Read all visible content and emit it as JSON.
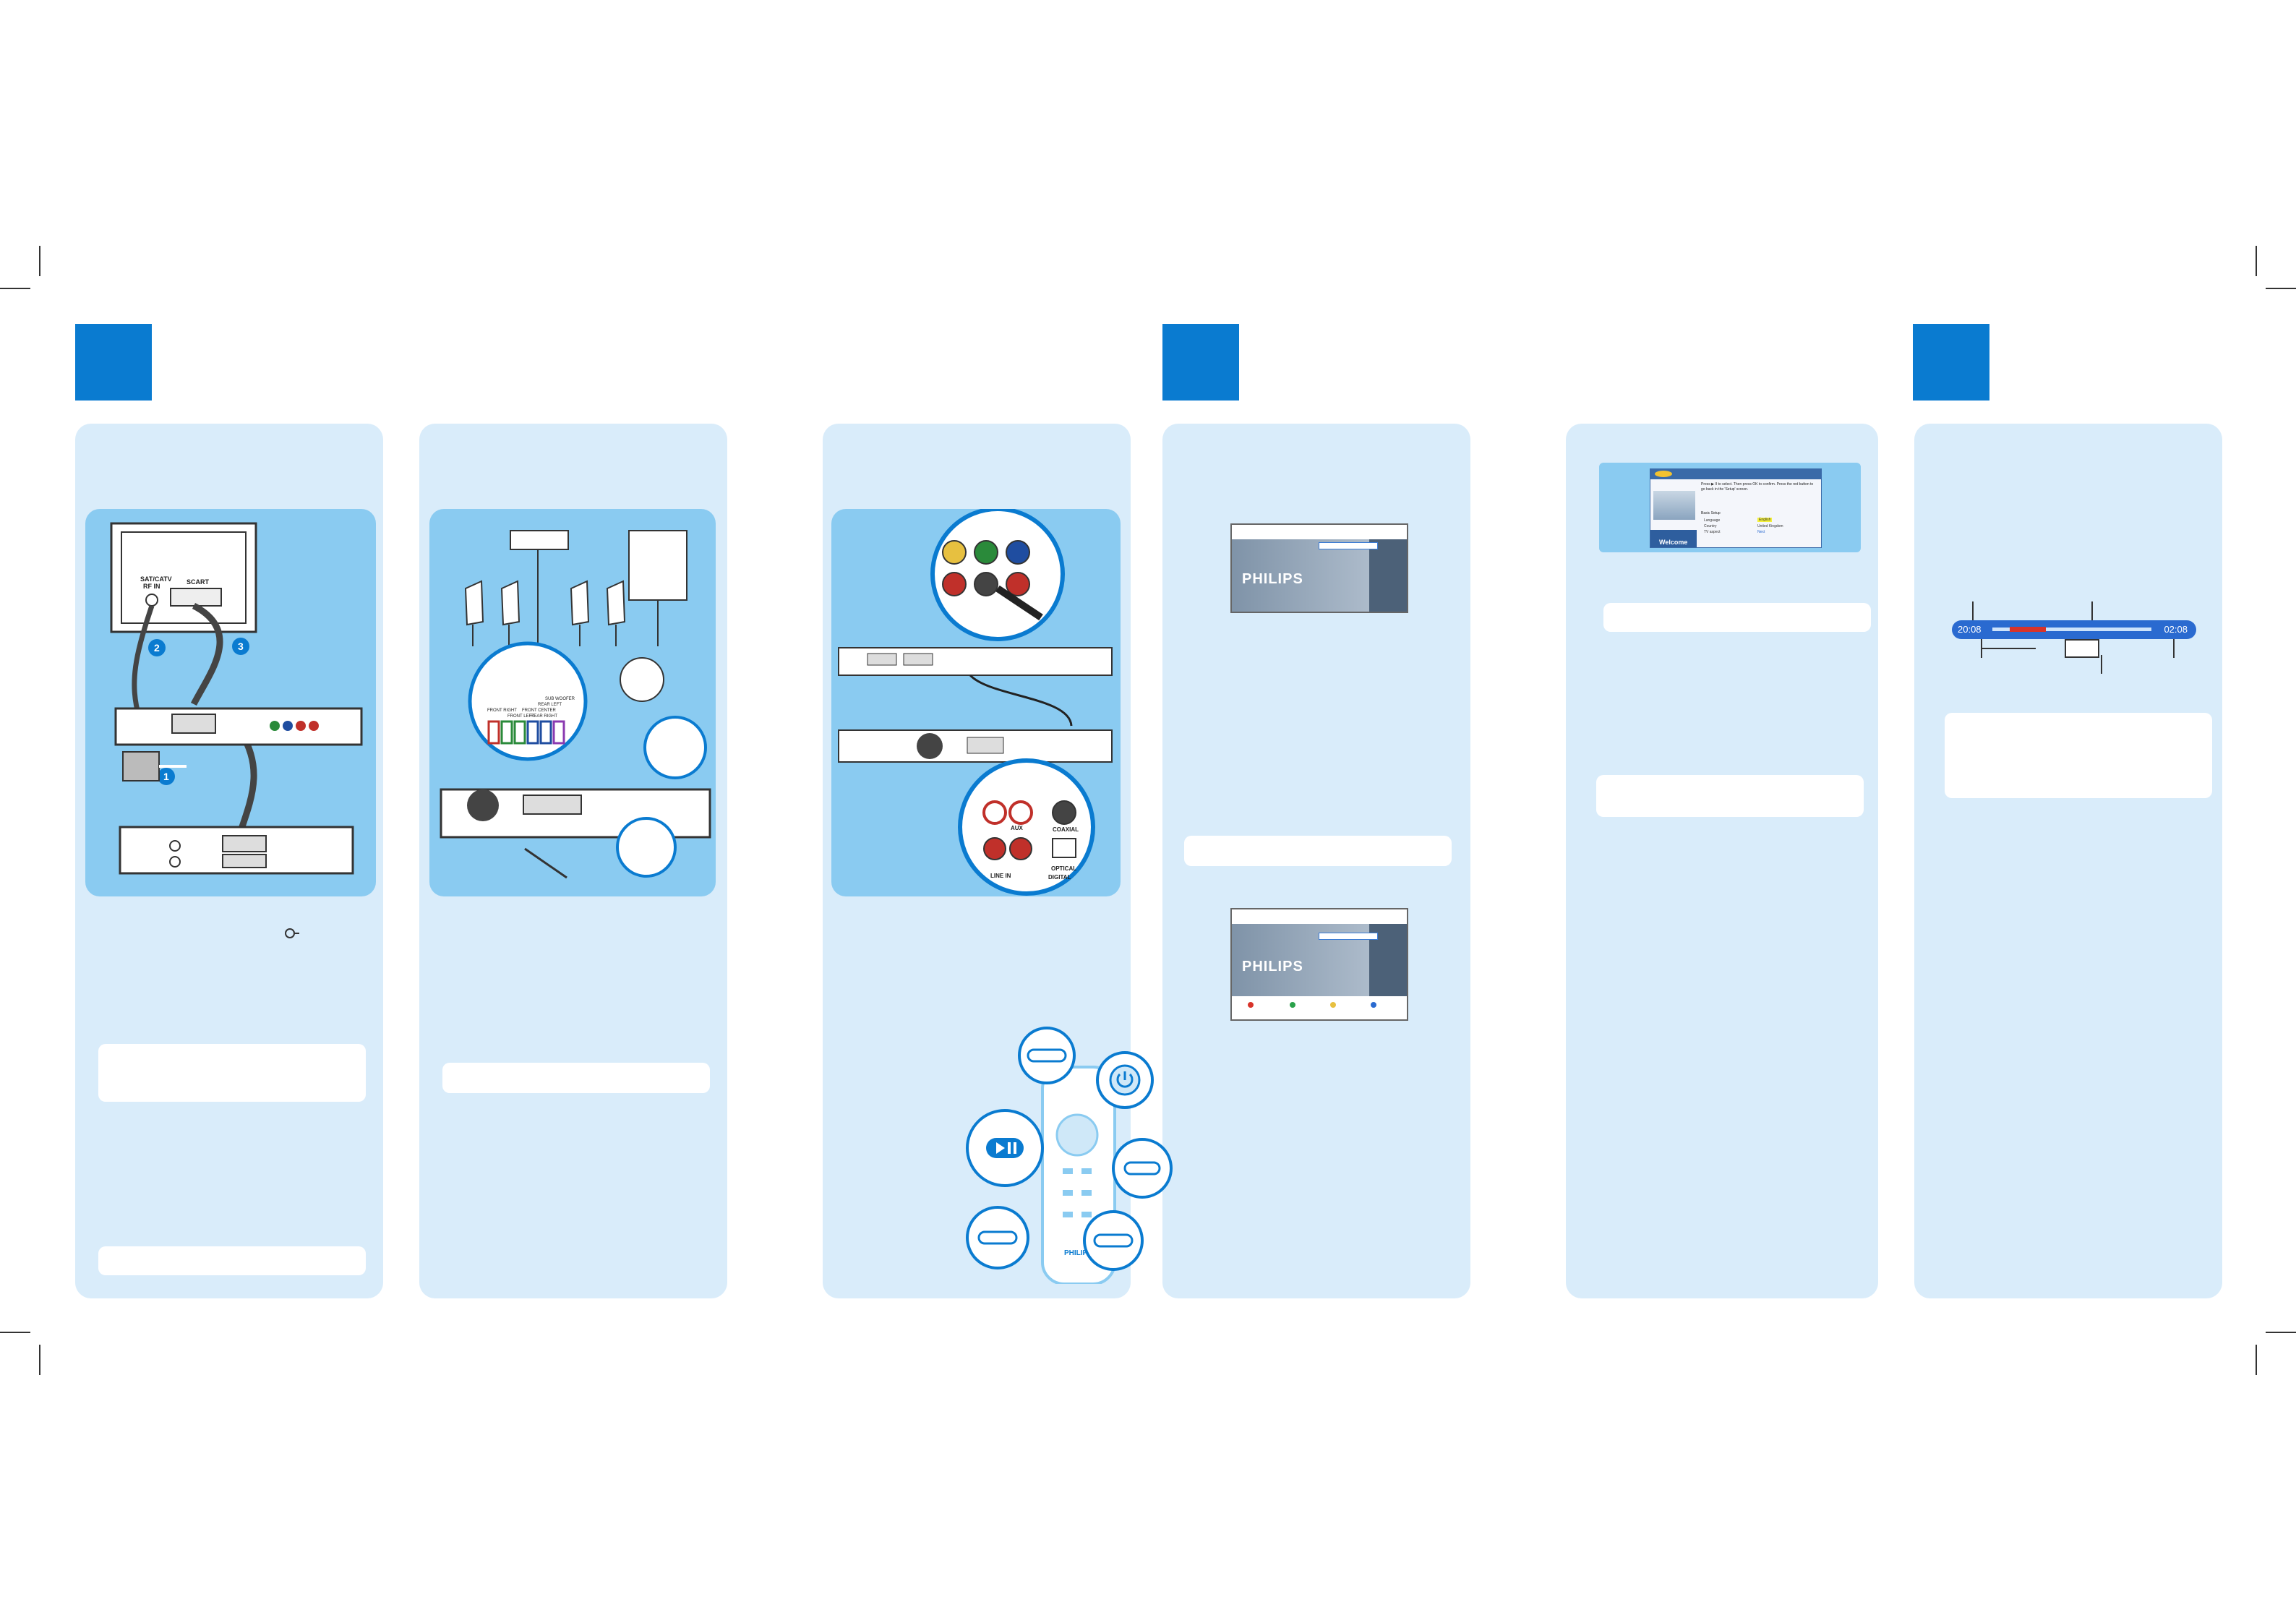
{
  "colors": {
    "accent": "#0a7bd0",
    "panel": "#d9ecfa",
    "illustration": "#8acbf1"
  },
  "tv": {
    "port_label_1": "SAT/CATV",
    "port_label_2": "RF IN",
    "scart_label": "SCART"
  },
  "steps": {
    "one": "1",
    "two": "2",
    "three": "3"
  },
  "speaker_labels": [
    "FRONT RIGHT",
    "FRONT LEFT",
    "FRONT CENTER",
    "REAR RIGHT",
    "REAR LEFT",
    "SUB WOOFER"
  ],
  "audio_labels": {
    "aux": "AUX",
    "coaxial": "COAXIAL",
    "optical": "OPTICAL",
    "line_in": "LINE IN",
    "digital": "DIGITAL"
  },
  "brand": "PHILIPS",
  "welcome": {
    "title": "Welcome",
    "intro": "Press ▶ II to select. Then press OK to confirm. Press the red button to go back in the 'Setup' screen.",
    "basic_setup": "Basic Setup",
    "rows": [
      {
        "label": "Language",
        "value": "English"
      },
      {
        "label": "Country",
        "value": "United Kingdom"
      },
      {
        "label": "TV aspect",
        "value": "Next"
      }
    ]
  },
  "timebar": {
    "elapsed": "20:08",
    "remaining": "02:08"
  },
  "icons": [
    "power-icon",
    "play-pause-icon",
    "antenna-icon"
  ]
}
